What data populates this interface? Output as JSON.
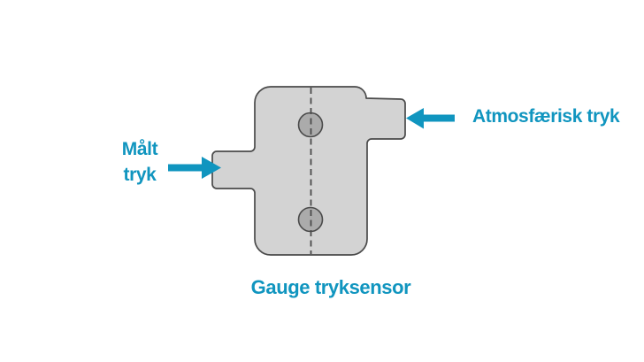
{
  "diagram": {
    "caption": "Gauge tryksensor",
    "left_label": {
      "line1": "Målt",
      "line2": "tryk"
    },
    "right_label": "Atmosfærisk tryk",
    "colors": {
      "accent": "#1095BF",
      "body_fill": "#D3D3D3",
      "membrane_fill": "#ABABAB",
      "outline": "#4A4A4A",
      "background": "#FFFFFF"
    }
  }
}
